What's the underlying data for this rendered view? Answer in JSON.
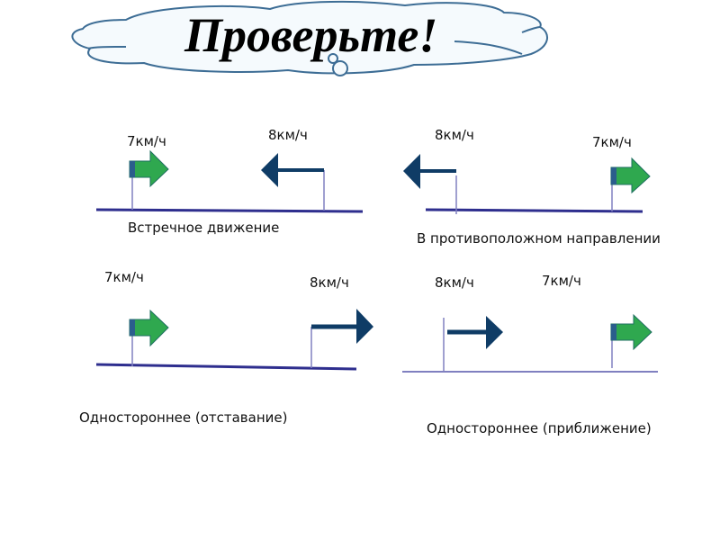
{
  "header": {
    "title": "Проверьте!",
    "shape": "thought-cloud"
  },
  "colors": {
    "cloud_fill": "#f5fafd",
    "cloud_stroke": "#3d6d95",
    "green_arrow": "#2fa84f",
    "green_arrow_stroke": "#1f6f60",
    "flag_pole_band": "#2b5e8c",
    "dark_arrow": "#0f3c66",
    "road_line": "#2e2e8e",
    "road_line_light": "#8080c0",
    "pole": "#8080c0"
  },
  "panels": [
    {
      "id": "oncoming",
      "caption": "Встречное движение",
      "left_speed": "7км/ч",
      "right_speed": "8км/ч",
      "left_arrow": {
        "type": "green",
        "direction": "right"
      },
      "right_arrow": {
        "type": "dark",
        "direction": "left"
      }
    },
    {
      "id": "opposite",
      "caption": "В противоположном направлении",
      "left_speed": "8км/ч",
      "right_speed": "7км/ч",
      "left_arrow": {
        "type": "dark",
        "direction": "left"
      },
      "right_arrow": {
        "type": "green",
        "direction": "right"
      }
    },
    {
      "id": "one-way-lagging",
      "caption": "Одностороннее (отставание)",
      "left_speed": "7км/ч",
      "right_speed": "8км/ч",
      "left_arrow": {
        "type": "green",
        "direction": "right"
      },
      "right_arrow": {
        "type": "dark",
        "direction": "right"
      }
    },
    {
      "id": "one-way-approaching",
      "caption": "Одностороннее (приближение)",
      "left_speed": "8км/ч",
      "right_speed": "7км/ч",
      "left_arrow": {
        "type": "dark",
        "direction": "right"
      },
      "right_arrow": {
        "type": "green",
        "direction": "right"
      }
    }
  ]
}
